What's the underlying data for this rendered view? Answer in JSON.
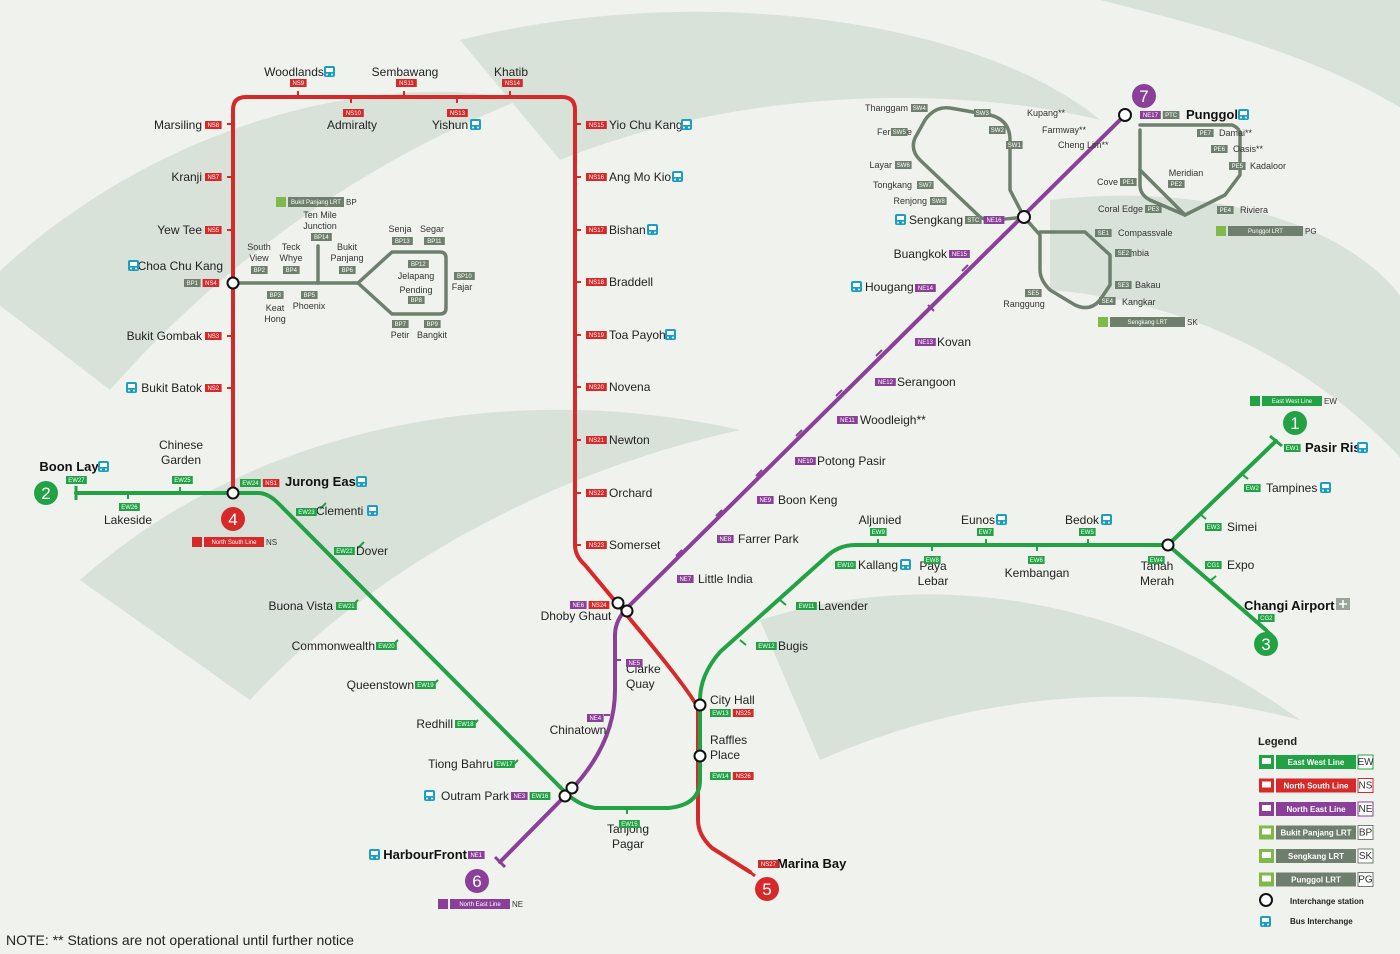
{
  "colors": {
    "ew": "#22a244",
    "ns": "#d62a2a",
    "ne": "#8a3f98",
    "lrt": "#6e7f6e",
    "lrt_light": "#7fb94a",
    "bus": "#1b9ec4",
    "bg": "#f0f2ee",
    "swoosh": "#d9e2d9"
  },
  "stations": [
    {
      "id": "woodlands",
      "name": "Woodlands",
      "bus": true,
      "codes": [
        [
          "NS9",
          "ns"
        ]
      ]
    },
    {
      "id": "sembawang",
      "name": "Sembawang",
      "codes": [
        [
          "NS11",
          "ns"
        ]
      ]
    },
    {
      "id": "khatib",
      "name": "Khatib",
      "codes": [
        [
          "NS14",
          "ns"
        ]
      ]
    },
    {
      "id": "admiralty",
      "name": "Admiralty",
      "codes": [
        [
          "NS10",
          "ns"
        ]
      ]
    },
    {
      "id": "yishun",
      "name": "Yishun",
      "bus": true,
      "codes": [
        [
          "NS13",
          "ns"
        ]
      ]
    },
    {
      "id": "marsiling",
      "name": "Marsiling",
      "codes": [
        [
          "NS8",
          "ns"
        ]
      ]
    },
    {
      "id": "kranji",
      "name": "Kranji",
      "codes": [
        [
          "NS7",
          "ns"
        ]
      ]
    },
    {
      "id": "yewtee",
      "name": "Yew Tee",
      "codes": [
        [
          "NS5",
          "ns"
        ]
      ]
    },
    {
      "id": "cck",
      "name": "Choa Chu Kang",
      "bus": true,
      "codes": [
        [
          "BP1",
          "lrt"
        ],
        [
          "NS4",
          "ns"
        ]
      ]
    },
    {
      "id": "bukitgombak",
      "name": "Bukit Gombak",
      "codes": [
        [
          "NS3",
          "ns"
        ]
      ]
    },
    {
      "id": "bukitbatok",
      "name": "Bukit Batok",
      "bus": true,
      "codes": [
        [
          "NS2",
          "ns"
        ]
      ]
    },
    {
      "id": "jurongeast",
      "name": "Jurong East",
      "bold": true,
      "bus": true,
      "codes": [
        [
          "EW24",
          "ew"
        ],
        [
          "NS1",
          "ns"
        ]
      ]
    },
    {
      "id": "yiochukang",
      "name": "Yio Chu Kang",
      "bus": true,
      "codes": [
        [
          "NS15",
          "ns"
        ]
      ]
    },
    {
      "id": "angmokio",
      "name": "Ang Mo Kio",
      "bus": true,
      "codes": [
        [
          "NS16",
          "ns"
        ]
      ]
    },
    {
      "id": "bishan",
      "name": "Bishan",
      "bus": true,
      "codes": [
        [
          "NS17",
          "ns"
        ]
      ]
    },
    {
      "id": "braddell",
      "name": "Braddell",
      "codes": [
        [
          "NS18",
          "ns"
        ]
      ]
    },
    {
      "id": "toapayoh",
      "name": "Toa Payoh",
      "bus": true,
      "codes": [
        [
          "NS19",
          "ns"
        ]
      ]
    },
    {
      "id": "novena",
      "name": "Novena",
      "codes": [
        [
          "NS20",
          "ns"
        ]
      ]
    },
    {
      "id": "newton",
      "name": "Newton",
      "codes": [
        [
          "NS21",
          "ns"
        ]
      ]
    },
    {
      "id": "orchard",
      "name": "Orchard",
      "codes": [
        [
          "NS22",
          "ns"
        ]
      ]
    },
    {
      "id": "somerset",
      "name": "Somerset",
      "codes": [
        [
          "NS23",
          "ns"
        ]
      ]
    },
    {
      "id": "dhobyghaut",
      "name": "Dhoby Ghaut",
      "codes": [
        [
          "NE6",
          "ne"
        ],
        [
          "NS24",
          "ns"
        ]
      ]
    },
    {
      "id": "cityhall",
      "name": "City Hall",
      "codes": [
        [
          "EW13",
          "ew"
        ],
        [
          "NS25",
          "ns"
        ]
      ]
    },
    {
      "id": "rafflesplace",
      "name": "Raffles Place",
      "line2": "Place",
      "line1": "Raffles",
      "codes": [
        [
          "EW14",
          "ew"
        ],
        [
          "NS26",
          "ns"
        ]
      ]
    },
    {
      "id": "marinabay",
      "name": "Marina Bay",
      "bold": true,
      "codes": [
        [
          "NS27",
          "ns"
        ]
      ]
    },
    {
      "id": "boonlay",
      "name": "Boon Lay",
      "bold": true,
      "bus": true,
      "codes": [
        [
          "EW27",
          "ew"
        ]
      ]
    },
    {
      "id": "lakeside",
      "name": "Lakeside",
      "codes": [
        [
          "EW26",
          "ew"
        ]
      ]
    },
    {
      "id": "chinesegarden",
      "line1": "Chinese",
      "line2": "Garden",
      "codes": [
        [
          "EW25",
          "ew"
        ]
      ]
    },
    {
      "id": "clementi",
      "name": "Clementi",
      "bus": true,
      "codes": [
        [
          "EW23",
          "ew"
        ]
      ]
    },
    {
      "id": "dover",
      "name": "Dover",
      "codes": [
        [
          "EW22",
          "ew"
        ]
      ]
    },
    {
      "id": "buonavista",
      "name": "Buona Vista",
      "codes": [
        [
          "EW21",
          "ew"
        ]
      ]
    },
    {
      "id": "commonwealth",
      "name": "Commonwealth",
      "codes": [
        [
          "EW20",
          "ew"
        ]
      ]
    },
    {
      "id": "queenstown",
      "name": "Queenstown",
      "codes": [
        [
          "EW19",
          "ew"
        ]
      ]
    },
    {
      "id": "redhill",
      "name": "Redhill",
      "codes": [
        [
          "EW18",
          "ew"
        ]
      ]
    },
    {
      "id": "tiongbahru",
      "name": "Tiong Bahru",
      "codes": [
        [
          "EW17",
          "ew"
        ]
      ]
    },
    {
      "id": "outrampark",
      "name": "Outram Park",
      "bus": true,
      "codes": [
        [
          "NE3",
          "ne"
        ],
        [
          "EW16",
          "ew"
        ]
      ]
    },
    {
      "id": "tanjongpagar",
      "line1": "Tanjong",
      "line2": "Pagar",
      "codes": [
        [
          "EW15",
          "ew"
        ]
      ]
    },
    {
      "id": "harbourfront",
      "name": "HarbourFront",
      "bold": true,
      "bus": true,
      "codes": [
        [
          "NE1",
          "ne"
        ]
      ]
    },
    {
      "id": "chinatown",
      "name": "Chinatown",
      "codes": [
        [
          "NE4",
          "ne"
        ]
      ]
    },
    {
      "id": "clarkequay",
      "line1": "Clarke",
      "line2": "Quay",
      "codes": [
        [
          "NE5",
          "ne"
        ]
      ]
    },
    {
      "id": "littleindia",
      "name": "Little India",
      "codes": [
        [
          "NE7",
          "ne"
        ]
      ]
    },
    {
      "id": "farrerpark",
      "name": "Farrer Park",
      "codes": [
        [
          "NE8",
          "ne"
        ]
      ]
    },
    {
      "id": "boonkeng",
      "name": "Boon Keng",
      "codes": [
        [
          "NE9",
          "ne"
        ]
      ]
    },
    {
      "id": "potongpasir",
      "name": "Potong Pasir",
      "codes": [
        [
          "NE10",
          "ne"
        ]
      ]
    },
    {
      "id": "woodleigh",
      "name": "Woodleigh**",
      "codes": [
        [
          "NE11",
          "ne"
        ]
      ]
    },
    {
      "id": "serangoon",
      "name": "Serangoon",
      "codes": [
        [
          "NE12",
          "ne"
        ]
      ]
    },
    {
      "id": "kovan",
      "name": "Kovan",
      "codes": [
        [
          "NE13",
          "ne"
        ]
      ]
    },
    {
      "id": "hougang",
      "name": "Hougang",
      "bus": true,
      "codes": [
        [
          "NE14",
          "ne"
        ]
      ]
    },
    {
      "id": "buangkok",
      "name": "Buangkok",
      "codes": [
        [
          "NE15",
          "ne"
        ]
      ]
    },
    {
      "id": "sengkang",
      "name": "Sengkang",
      "bus": true,
      "codes": [
        [
          "STC",
          "lrt"
        ],
        [
          "NE16",
          "ne"
        ]
      ]
    },
    {
      "id": "punggol",
      "name": "Punggol",
      "bold": true,
      "bus": true,
      "codes": [
        [
          "NE17",
          "ne"
        ],
        [
          "PTC",
          "lrt"
        ]
      ]
    },
    {
      "id": "bugis",
      "name": "Bugis",
      "codes": [
        [
          "EW12",
          "ew"
        ]
      ]
    },
    {
      "id": "lavender",
      "name": "Lavender",
      "codes": [
        [
          "EW11",
          "ew"
        ]
      ]
    },
    {
      "id": "kallang",
      "name": "Kallang",
      "bus": true,
      "codes": [
        [
          "EW10",
          "ew"
        ]
      ]
    },
    {
      "id": "aljunied",
      "name": "Aljunied",
      "codes": [
        [
          "EW9",
          "ew"
        ]
      ]
    },
    {
      "id": "payalebar",
      "line1": "Paya",
      "line2": "Lebar",
      "codes": [
        [
          "EW8",
          "ew"
        ]
      ]
    },
    {
      "id": "eunos",
      "name": "Eunos",
      "bus": true,
      "codes": [
        [
          "EW7",
          "ew"
        ]
      ]
    },
    {
      "id": "kembangan",
      "name": "Kembangan",
      "codes": [
        [
          "EW6",
          "ew"
        ]
      ]
    },
    {
      "id": "bedok",
      "name": "Bedok",
      "bus": true,
      "codes": [
        [
          "EW5",
          "ew"
        ]
      ]
    },
    {
      "id": "tanahmerah",
      "line1": "Tanah",
      "line2": "Merah",
      "codes": [
        [
          "EW4",
          "ew"
        ]
      ]
    },
    {
      "id": "simei",
      "name": "Simei",
      "codes": [
        [
          "EW3",
          "ew"
        ]
      ]
    },
    {
      "id": "tampines",
      "name": "Tampines",
      "bus": true,
      "codes": [
        [
          "EW2",
          "ew"
        ]
      ]
    },
    {
      "id": "pasirris",
      "name": "Pasir Ris",
      "bold": true,
      "bus": true,
      "codes": [
        [
          "EW1",
          "ew"
        ]
      ]
    },
    {
      "id": "expo",
      "name": "Expo",
      "codes": [
        [
          "CG1",
          "ew"
        ]
      ]
    },
    {
      "id": "changiairport",
      "name": "Changi Airport",
      "bold": true,
      "codes": [
        [
          "CG2",
          "ew"
        ]
      ]
    }
  ],
  "lrt_bp": [
    {
      "line1": "South",
      "line2": "View",
      "code": "BP2"
    },
    {
      "line1": "Keat",
      "line2": "Hong",
      "code": "BP3"
    },
    {
      "line1": "Teck",
      "line2": "Whye",
      "code": "BP4"
    },
    {
      "line1": "Phoenix",
      "code": "BP5"
    },
    {
      "line1": "Bukit",
      "line2": "Panjang",
      "code": "BP6"
    },
    {
      "line1": "Petir",
      "code": "BP7"
    },
    {
      "line1": "Pending",
      "code": "BP8"
    },
    {
      "line1": "Bangkit",
      "code": "BP9"
    },
    {
      "line1": "Fajar",
      "code": "BP10"
    },
    {
      "line1": "Segar",
      "code": "BP11"
    },
    {
      "line1": "Jelapang",
      "code": "BP12"
    },
    {
      "line1": "Senja",
      "code": "BP13"
    },
    {
      "line1": "Ten Mile",
      "line2": "Junction",
      "code": "BP14"
    }
  ],
  "lrt_sk": [
    {
      "name": "Compassvale",
      "code": "SE1"
    },
    {
      "name": "Rumbia",
      "code": "SE2"
    },
    {
      "name": "Bakau",
      "code": "SE3"
    },
    {
      "name": "Kangkar",
      "code": "SE4"
    },
    {
      "name": "Ranggung",
      "code": "SE5"
    },
    {
      "name": "Cheng Lim**",
      "code": "SW1"
    },
    {
      "name": "Farmway**",
      "code": "SW2"
    },
    {
      "name": "Kupang**",
      "code": "SW3"
    },
    {
      "name": "Thanggam",
      "code": "SW4"
    },
    {
      "name": "Fernvale",
      "code": "SW5"
    },
    {
      "name": "Layar",
      "code": "SW6"
    },
    {
      "name": "Tongkang",
      "code": "SW7"
    },
    {
      "name": "Renjong",
      "code": "SW8"
    }
  ],
  "lrt_pg": [
    {
      "name": "Cove",
      "code": "PE1"
    },
    {
      "name": "Meridian",
      "code": "PE2"
    },
    {
      "name": "Coral Edge",
      "code": "PE3"
    },
    {
      "name": "Riviera",
      "code": "PE4"
    },
    {
      "name": "Kadaloor",
      "code": "PE5"
    },
    {
      "name": "Oasis**",
      "code": "PE6"
    },
    {
      "name": "Damai**",
      "code": "PE7"
    }
  ],
  "lrt_tags": {
    "bp": {
      "label": "Bukit Panjang LRT",
      "code": "BP"
    },
    "sk": {
      "label": "Sengkang LRT",
      "code": "SK"
    },
    "pg": {
      "label": "Punggol LRT",
      "code": "PG"
    }
  },
  "terminal_tags": {
    "ew": {
      "label": "East West Line",
      "code": "EW"
    },
    "ns": {
      "label": "North South Line",
      "code": "NS"
    },
    "ne": {
      "label": "North East Line",
      "code": "NE"
    }
  },
  "terminals": [
    {
      "num": "1",
      "color": "ew"
    },
    {
      "num": "2",
      "color": "ew"
    },
    {
      "num": "3",
      "color": "ew"
    },
    {
      "num": "4",
      "color": "ns"
    },
    {
      "num": "5",
      "color": "ns"
    },
    {
      "num": "6",
      "color": "ne"
    },
    {
      "num": "7",
      "color": "ne"
    }
  ],
  "legend": {
    "title": "Legend",
    "items": [
      {
        "label": "East West Line",
        "code": "EW",
        "color": "ew"
      },
      {
        "label": "North South Line",
        "code": "NS",
        "color": "ns"
      },
      {
        "label": "North East Line",
        "code": "NE",
        "color": "ne"
      },
      {
        "label": "Bukit Panjang LRT",
        "code": "BP",
        "color": "lrt"
      },
      {
        "label": "Sengkang LRT",
        "code": "SK",
        "color": "lrt"
      },
      {
        "label": "Punggol LRT",
        "code": "PG",
        "color": "lrt"
      }
    ],
    "interchange": "Interchange station",
    "bus": "Bus Interchange"
  },
  "note": "NOTE: ** Stations are not operational until further notice"
}
